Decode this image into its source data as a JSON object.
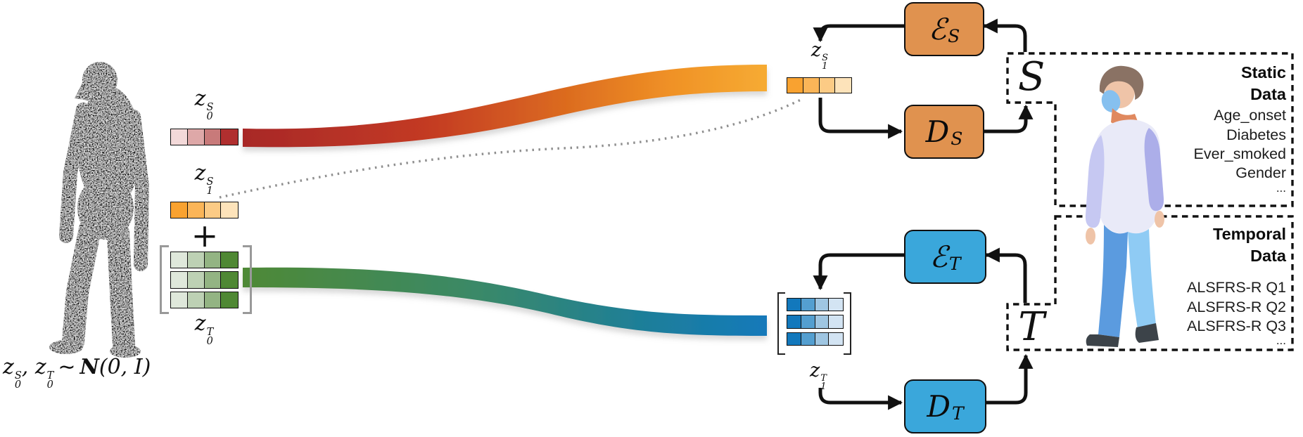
{
  "math": {
    "z0S": {
      "base": "z",
      "sup": "S",
      "sub": "0"
    },
    "z1S_left": {
      "base": "z",
      "sup": "S",
      "sub": "1"
    },
    "z0T": {
      "base": "z",
      "sup": "T",
      "sub": "0"
    },
    "z1S_center": {
      "base": "z",
      "sup": "S",
      "sub": "1"
    },
    "z1T": {
      "base": "z",
      "sup": "T",
      "sub": "1"
    },
    "plus": "+",
    "formula": {
      "lhs1": {
        "base": "z",
        "sup": "S",
        "sub": "0"
      },
      "comma": ",",
      "lhs2": {
        "base": "z",
        "sup": "T",
        "sub": "0"
      },
      "relation": "∼",
      "dist": "N",
      "args": "(0, I)"
    }
  },
  "boxes": {
    "encoder_s": {
      "glyph": "ℰ",
      "sub": "S"
    },
    "decoder_s": {
      "glyph": "D",
      "sub": "S"
    },
    "encoder_t": {
      "glyph": "ℰ",
      "sub": "T"
    },
    "decoder_t": {
      "glyph": "D",
      "sub": "T"
    }
  },
  "regions": {
    "static": {
      "tag": "S",
      "title_line1": "Static",
      "title_line2": "Data",
      "items": [
        "Age_onset",
        "Diabetes",
        "Ever_smoked",
        "Gender",
        "..."
      ]
    },
    "temporal": {
      "tag": "T",
      "title_line1": "Temporal",
      "title_line2": "Data",
      "items": [
        "ALSFRS-R Q1",
        "ALSFRS-R Q2",
        "ALSFRS-R Q3",
        "..."
      ]
    }
  },
  "palette": {
    "box_orange": "#E0924F",
    "box_blue": "#3AA7DB",
    "outline_black": "#111111",
    "dotted_gray": "#8F8F8F",
    "red_vector": [
      "#F3D9D9",
      "#DEA8A8",
      "#C87A7A",
      "#B02F2F"
    ],
    "orange_vector": [
      "#F9A230",
      "#FBB558",
      "#FCCB85",
      "#FDE3BA"
    ],
    "green_matrix_row": [
      "#DFE8DB",
      "#BDD1B4",
      "#93B483",
      "#4F8834"
    ],
    "blue_matrix_row": [
      "#1278BC",
      "#549FD0",
      "#9FC6E2",
      "#D3E4F3"
    ],
    "ribbon_red": [
      "#A82827",
      "#C33A24",
      "#DC6C1F",
      "#F09226",
      "#F6AB33"
    ],
    "ribbon_green": [
      "#4F8936",
      "#3A8968",
      "#1F7F97",
      "#1379BA"
    ]
  },
  "illustration": {
    "hair": "#8A7264",
    "skin": "#EFC4A8",
    "skin_shade": "#E0895F",
    "mask": "#86C0EF",
    "shirt": "#E9EAF8",
    "sleeve_left": "#ACAEE9",
    "sleeve_right": "#C6C8F2",
    "pants_front": "#5B9BDF",
    "pants_back": "#8FCBF4",
    "shoes": "#3C4349",
    "silhouette": "#161616"
  }
}
